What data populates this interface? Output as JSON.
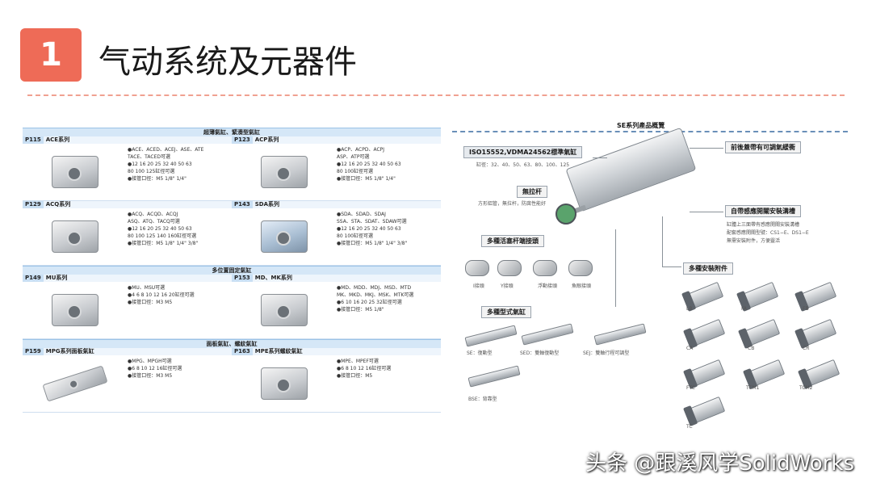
{
  "slide": {
    "number": "1",
    "title": "气动系统及元器件",
    "accent": "#ee6b57"
  },
  "catalog": {
    "sections": [
      {
        "header": "超薄氣缸、緊湊型氣缸",
        "rows": [
          [
            {
              "page": "P115",
              "name": "ACE系列",
              "style": "grey",
              "specs": [
                "●ACE、ACED、ACEJ、ASE、ATE",
                "TACE、TACED可選",
                "●12 16 20 25 32 40 50 63",
                "80 100 125缸徑可選",
                "●接管口徑：M5  1/8\"  1/4\""
              ]
            },
            {
              "page": "P123",
              "name": "ACP系列",
              "style": "grey",
              "specs": [
                "●ACP、ACPD、ACPJ",
                "ASP、ATP可選",
                "●12 16 20 25 32 40 50 63",
                "80 100缸徑可選",
                "●接管口徑：M5  1/8\"  1/4\""
              ]
            }
          ],
          [
            {
              "page": "P129",
              "name": "ACQ系列",
              "style": "grey",
              "specs": [
                "●ACQ、ACQD、ACQJ",
                "ASQ、ATQ、TACQ可選",
                "●12 16 20 25 32 40 50 63",
                "80 100 125 140 160缸徑可選",
                "●接管口徑：M5  1/8\"  1/4\"  3/8\""
              ]
            },
            {
              "page": "P143",
              "name": "SDA系列",
              "style": "blue",
              "specs": [
                "●SDA、SDAD、SDAJ",
                "SSA、STA、SDAT、SDAW可選",
                "●12 16 20 25 32 40 50 63",
                "80 100缸徑可選",
                "●接管口徑：M5  1/8\"  1/4\"  3/8\""
              ]
            }
          ]
        ]
      },
      {
        "header": "多位置固定氣缸",
        "rows": [
          [
            {
              "page": "P149",
              "name": "MU系列",
              "style": "grey",
              "specs": [
                "●MU、MSU可選",
                "●4 6 8 10 12 16 20缸徑可選",
                "●接管口徑：M3  M5"
              ]
            },
            {
              "page": "P153",
              "name": "MD、MK系列",
              "style": "grey",
              "specs": [
                "●MD、MDD、MDJ、MSD、MTD",
                "MK、MKD、MKJ、MSK、MTK可選",
                "●6 10 16 20 25 32缸徑可選",
                "●接管口徑：M5  1/8\""
              ]
            }
          ]
        ]
      },
      {
        "header": "面板氣缸、螺紋氣缸",
        "rows": [
          [
            {
              "page": "P159",
              "name": "MPG系列面板氣缸",
              "style": "long",
              "specs": [
                "●MPG、MPGH可選",
                "●6 8 10 12 16缸徑可選",
                "●接管口徑：M3  M5"
              ]
            },
            {
              "page": "P163",
              "name": "MPE系列螺紋氣缸",
              "style": "grey",
              "specs": [
                "●MPE、MPEF可選",
                "●6 8 10 12 16缸徑可選",
                "●接管口徑：M5"
              ]
            }
          ]
        ]
      }
    ]
  },
  "overview": {
    "title": "SE系列產品概覽",
    "standard_tag": "ISO15552,VDMA24562標準氣缸",
    "bore_note": "缸徑：32、40、50、63、80、100、125",
    "cushion_tag": "前後蓋帶有可調氣緩衝",
    "rodless_tag": "無拉杆",
    "rodless_note": "方形鋁管，無拉杆，防腐性能好",
    "sensor_tag": "自帶感應開關安裝溝槽",
    "sensor_note_1": "缸體上三面帶有感應開關安裝溝槽",
    "sensor_note_2": "配套感應開關型號：CS1−E、DS1−E",
    "sensor_note_3": "無需安裝附件，方便靈活",
    "joints_tag": "多種活塞杆端接頭",
    "joints": [
      "I接頭",
      "Y接頭",
      "浮動接頭",
      "魚眼接頭"
    ],
    "types_tag": "多種型式氣缸",
    "types": [
      "SE：復動型",
      "SED：雙軸復動型",
      "SEJ：雙軸行程可調型",
      "BSE：背靠型"
    ],
    "mounts_tag": "多種安裝附件",
    "mounts": [
      "LB",
      "FA",
      "FB",
      "CA",
      "CB",
      "CR",
      "FTC",
      "TCM1",
      "TCM2",
      "TC"
    ]
  },
  "watermark": "头条 @跟溪风学SolidWorks"
}
